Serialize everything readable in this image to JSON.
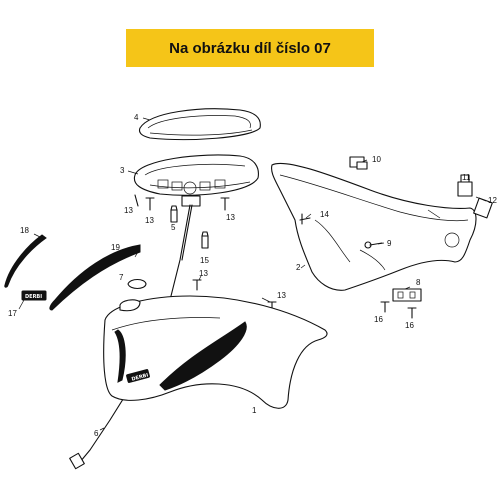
{
  "banner": {
    "text": "Na obrázku díl číslo 07",
    "color": "#f5c518"
  },
  "callouts": [
    {
      "id": "c1",
      "text": "1"
    },
    {
      "id": "c2",
      "text": "2"
    },
    {
      "id": "c3",
      "text": "3"
    },
    {
      "id": "c4",
      "text": "4"
    },
    {
      "id": "c5",
      "text": "5"
    },
    {
      "id": "c6",
      "text": "6"
    },
    {
      "id": "c7",
      "text": "7"
    },
    {
      "id": "c8",
      "text": "8"
    },
    {
      "id": "c9",
      "text": "9"
    },
    {
      "id": "c10",
      "text": "10"
    },
    {
      "id": "c11",
      "text": "11"
    },
    {
      "id": "c12",
      "text": "12"
    },
    {
      "id": "c13a",
      "text": "13"
    },
    {
      "id": "c13b",
      "text": "13"
    },
    {
      "id": "c13c",
      "text": "13"
    },
    {
      "id": "c13d",
      "text": "13"
    },
    {
      "id": "c13e",
      "text": "13"
    },
    {
      "id": "c14",
      "text": "14"
    },
    {
      "id": "c15",
      "text": "15"
    },
    {
      "id": "c16a",
      "text": "16"
    },
    {
      "id": "c16b",
      "text": "16"
    },
    {
      "id": "c17",
      "text": "17"
    },
    {
      "id": "c18",
      "text": "18"
    },
    {
      "id": "c19",
      "text": "19"
    }
  ],
  "logo_text": "DERBI"
}
